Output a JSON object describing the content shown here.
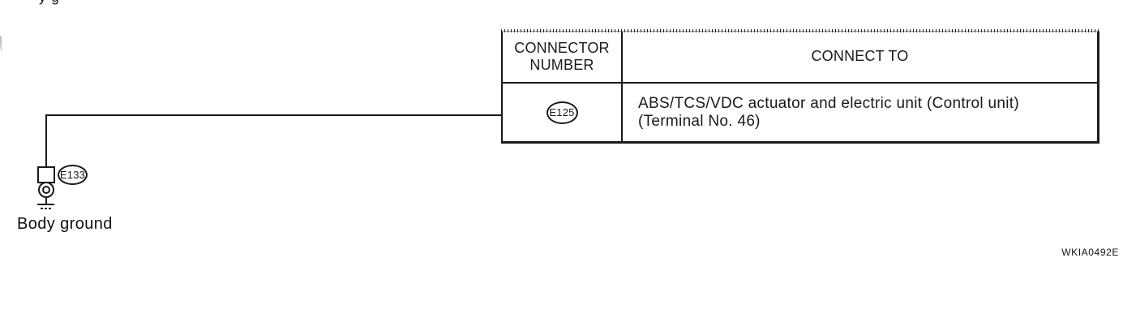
{
  "meta": {
    "figure_code": "WKIA0492E",
    "clipped_text_fragment": "y g"
  },
  "colors": {
    "ink": "#1a1a1a",
    "paper": "#ffffff"
  },
  "table": {
    "headers": [
      "CONNECTOR NUMBER",
      "CONNECT TO"
    ],
    "rows": [
      {
        "connector": "E125",
        "connect_to_lines": [
          "ABS/TCS/VDC actuator and electric unit (Control unit)",
          "(Terminal No. 46)"
        ]
      }
    ]
  },
  "ground": {
    "connector": "E133",
    "label": "Body ground"
  },
  "symbols": {
    "connector_box": "in-line-connector-symbol",
    "ring_terminal": "ring-terminal-symbol",
    "ground": "body-ground-symbol"
  }
}
